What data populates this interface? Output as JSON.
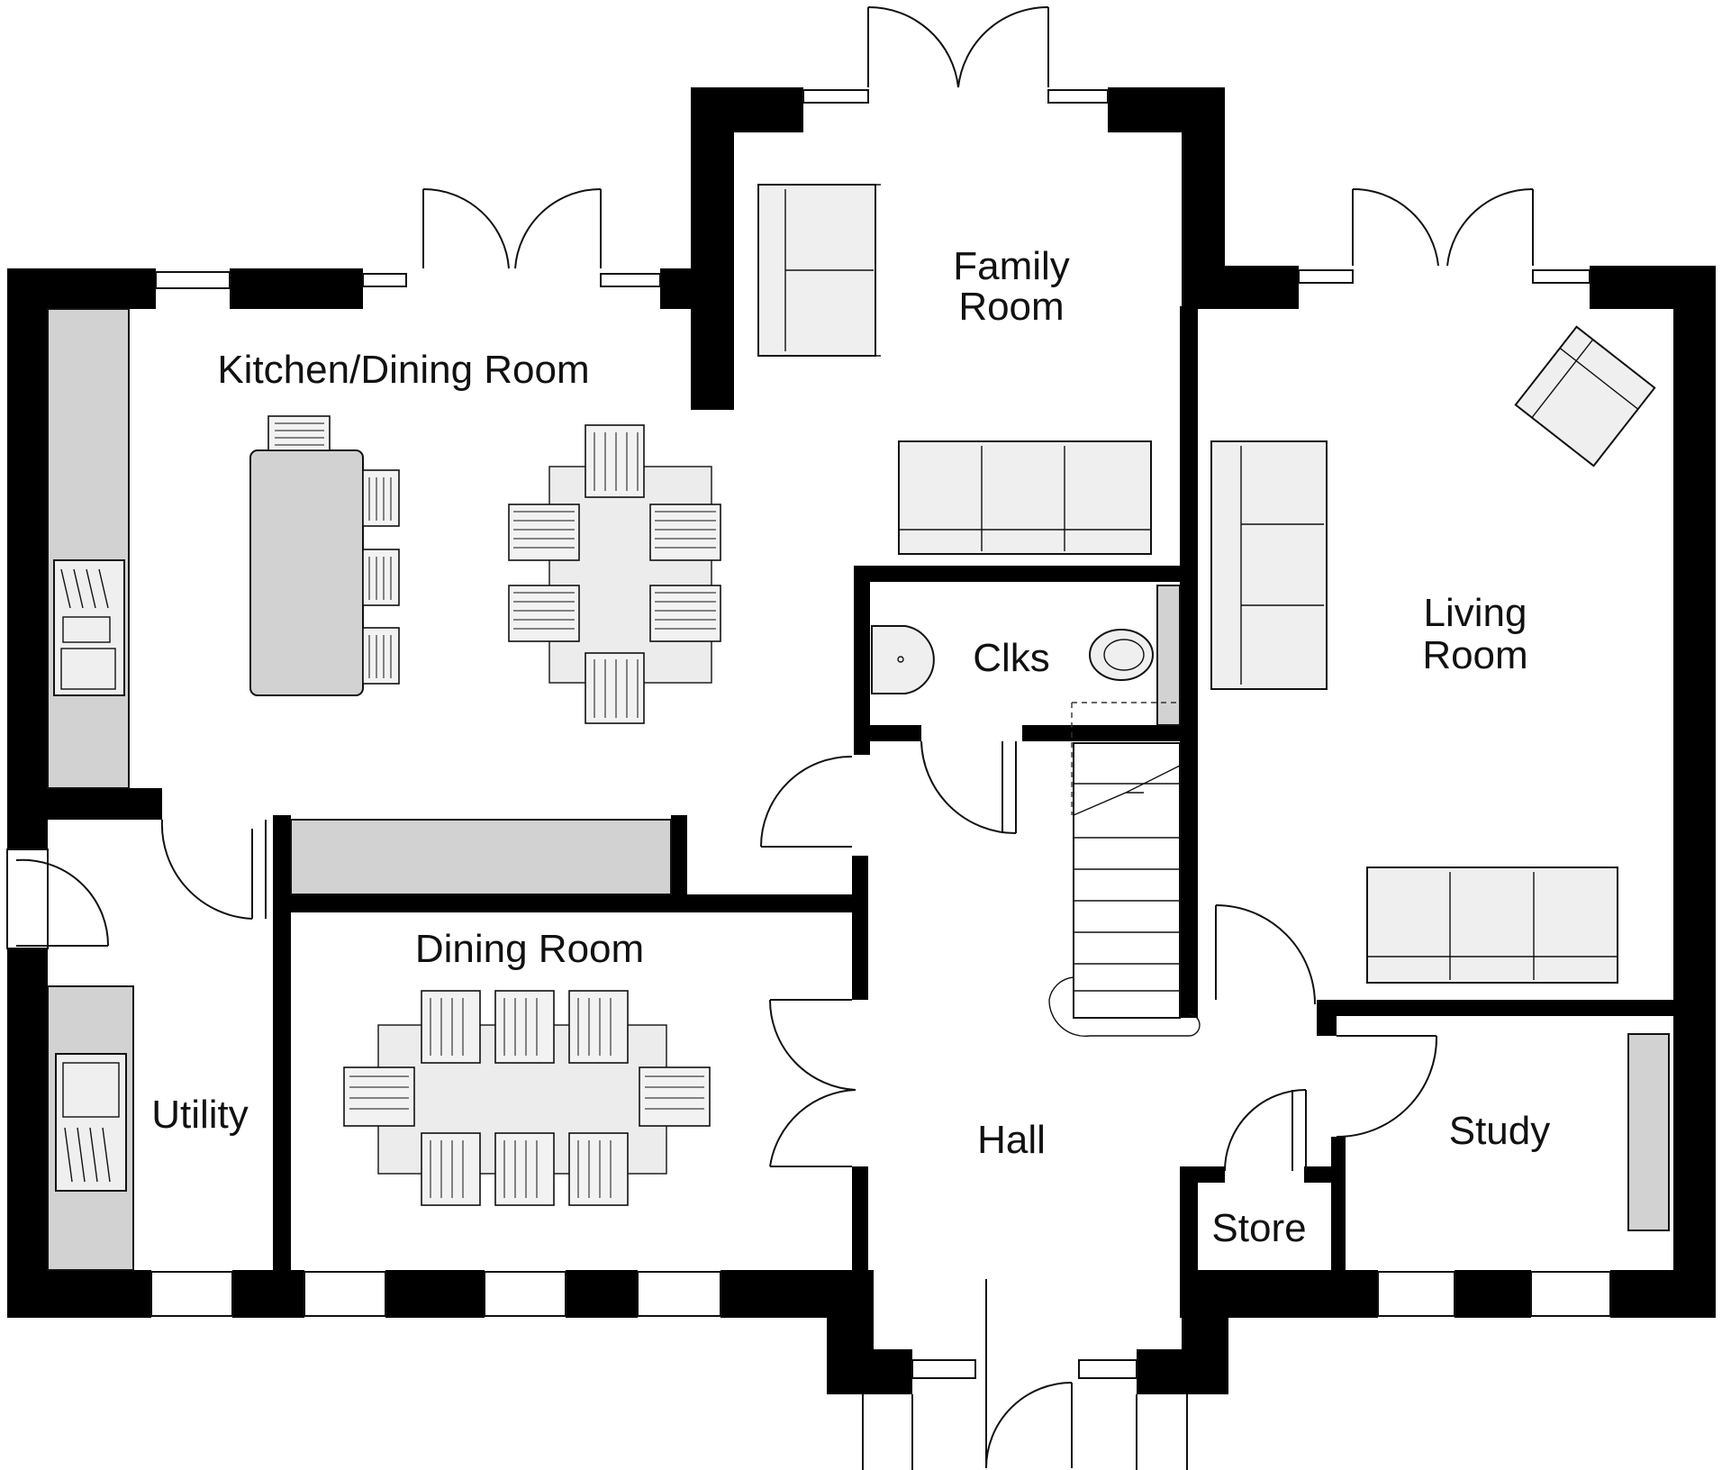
{
  "rooms": {
    "kitchen_dining": "Kitchen/Dining Room",
    "family_line1": "Family",
    "family_line2": "Room",
    "living_line1": "Living",
    "living_line2": "Room",
    "clks": "Clks",
    "dining": "Dining Room",
    "utility": "Utility",
    "hall": "Hall",
    "store": "Store",
    "study": "Study"
  },
  "colors": {
    "wall": "#000000",
    "counter": "#d2d2d2",
    "furniture": "#efefef"
  }
}
